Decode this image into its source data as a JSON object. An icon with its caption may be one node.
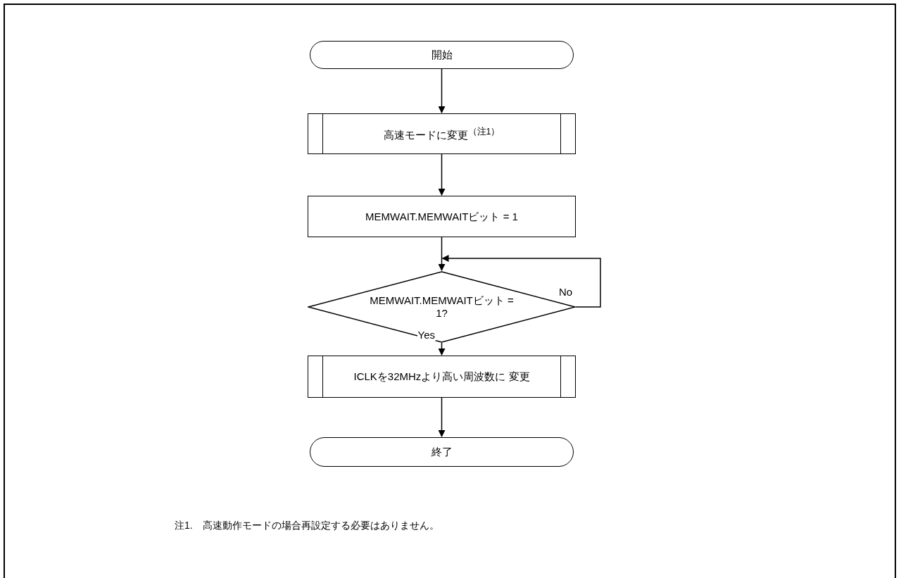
{
  "diagram": {
    "nodes": [
      {
        "text": [
          "開始"
        ]
      },
      {
        "text": [
          "高速モードに変更$^{（注1）}$"
        ]
      },
      {
        "text": [
          "MEMWAIT.MEMWAITビット = 1"
        ]
      },
      {
        "text": [
          "MEMWAIT.MEMWAITビット = 1?"
        ]
      },
      {
        "text": [
          "ICLKを32MHzより高い周波数に 変更"
        ]
      },
      {
        "text": [
          "終了"
        ]
      }
    ],
    "edges": [
      {
        "from": 0,
        "to": 1,
        "arrow": "to"
      },
      {
        "from": 1,
        "to": 2,
        "arrow": "to"
      },
      {
        "from": 2,
        "to": 3,
        "arrow": "to"
      },
      {
        "from": 3,
        "to": 4,
        "arrow": "to",
        "label": "Yes"
      },
      {
        "from": 3,
        "to": 3,
        "arrow": "to",
        "label": "No"
      },
      {
        "from": 4,
        "to": 5,
        "arrow": "to"
      }
    ],
    "labels": [
      "注1.　高速動作モードの場合再設定する必要はありません。"
    ]
  }
}
